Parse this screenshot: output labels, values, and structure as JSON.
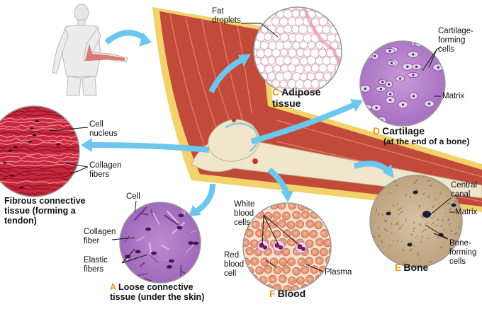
{
  "colors": {
    "letter": "#e69a1c",
    "arrow": "#6cc6ee",
    "muscle": "#c24a3a",
    "fat": "#f2d26a",
    "bone": "#efe6cc"
  },
  "labels": {
    "fat_droplets": "Fat droplets",
    "cartilage_forming_cells": "Cartilage-forming cells",
    "matrix_cartilage": "Matrix",
    "cell_nucleus": "Cell nucleus",
    "collagen_fibers": "Collagen fibers",
    "cell": "Cell",
    "collagen_fiber": "Collagen fiber",
    "elastic_fibers": "Elastic fibers",
    "white_blood_cells": "White blood cells",
    "red_blood_cell": "Red blood cell",
    "plasma": "Plasma",
    "central_canal": "Central canal",
    "matrix_bone": "Matrix",
    "bone_forming_cells": "Bone-forming cells"
  },
  "captions": {
    "adipose": {
      "letter": "C",
      "text": "Adipose tissue"
    },
    "cartilage": {
      "letter": "D",
      "text": "Cartilage",
      "sub": "(at the end of a bone)"
    },
    "fibrous": {
      "text": "Fibrous connective tissue (forming a tendon)"
    },
    "loose": {
      "letter": "A",
      "text": "Loose connective tissue (under the skin)"
    },
    "blood": {
      "letter": "F",
      "text": "Blood"
    },
    "bone": {
      "letter": "E",
      "text": "Bone"
    }
  }
}
